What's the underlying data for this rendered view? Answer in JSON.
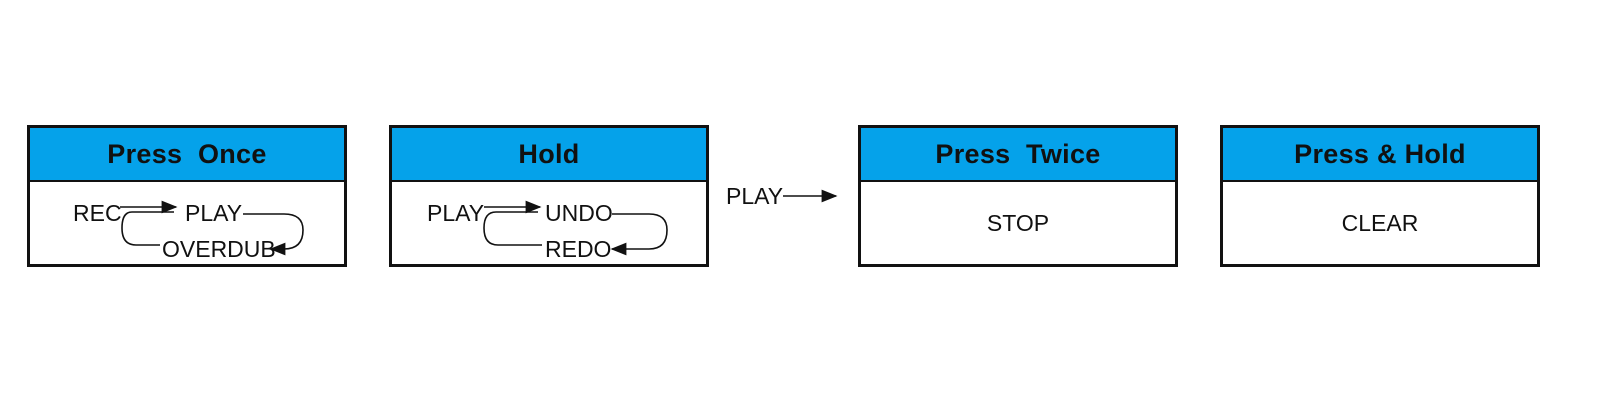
{
  "panels": [
    {
      "title": "Press  Once",
      "labels": [
        "REC",
        "PLAY",
        "OVERDUB"
      ]
    },
    {
      "title": "Hold",
      "labels": [
        "PLAY",
        "UNDO",
        "REDO"
      ]
    },
    {
      "title": "Press  Twice",
      "body": "STOP"
    },
    {
      "title": "Press & Hold",
      "body": "CLEAR"
    }
  ],
  "lead": {
    "label": "PLAY"
  },
  "colors": {
    "header": "#05a2ea",
    "border": "#111111",
    "text": "#111111"
  }
}
